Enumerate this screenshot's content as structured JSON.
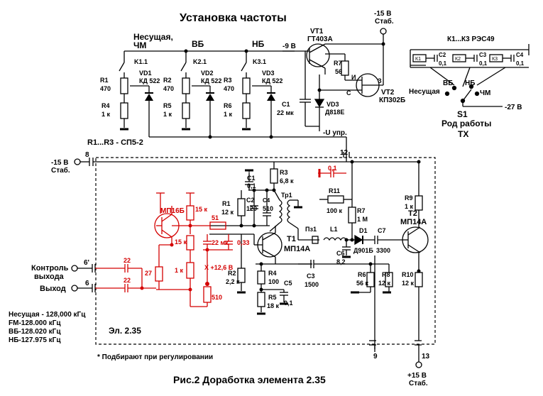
{
  "title": "Установка частоты",
  "caption": "Рис.2  Доработка элемента 2.35",
  "footnote": "*  Подбирают при регулировании",
  "element_label": "Эл. 2.35",
  "frequency_notes": [
    "Несущая - 128,000  кГц",
    "FM-128.000 кГц",
    "ВБ-128.020 кГц",
    "НБ-127.975 кГц"
  ],
  "top": {
    "ch_carrier": "Несущая,",
    "ch_carrier2": "ЧМ",
    "ch_vb": "ВБ",
    "ch_nb": "НБ",
    "k11": "K1.1",
    "k21": "K2.1",
    "k31": "K3.1",
    "r1": "R1",
    "r1v": "470",
    "r2": "R2",
    "r2v": "470",
    "r3": "R3",
    "r3v": "470",
    "r4": "R4",
    "r4v": "1 к",
    "r5": "R5",
    "r5v": "1 к",
    "r6": "R6",
    "r6v": "1 к",
    "vd1": "VD1",
    "vd1t": "КД 522",
    "vd2": "VD2",
    "vd2t": "КД 522",
    "vd3": "VD3",
    "vd3t": "КД 522",
    "rgroup": "R1...R3 - СП5-2",
    "m9v": "-9 В",
    "vt1": "VT1",
    "vt1t": "ГТ403А",
    "m15": "-15 В",
    "stab": "Стаб.",
    "r7": "R7",
    "r7v": "56",
    "vt2": "VT2",
    "vt2t": "КП302Б",
    "pin_i": "И",
    "pin_s": "С",
    "pin_z": "З",
    "c1": "С1",
    "c1v": "22 мк",
    "vd3b": "VD3",
    "vd3bt": "Д818Е",
    "u_upr": "-U упр.",
    "relays": "К1...К3  РЭС49",
    "k1": "К1",
    "k2": "К2",
    "k3": "К3",
    "c2": "С2",
    "c2v": "0,1",
    "c3": "С3",
    "c3v": "0,1",
    "c4": "С4",
    "c4v": "0,1",
    "s_vb": "ВБ",
    "s_nb": "НБ",
    "s_carrier": "Несущая",
    "s_fm": "ЧМ",
    "m27": "-27 В",
    "s1": "S1",
    "s1t": "Род работы",
    "tx": "ТХ"
  },
  "board": {
    "pin8": "8",
    "pin12": "12",
    "pin6p": "6'",
    "pin6": "6",
    "pin9": "9",
    "pin13": "13",
    "m15": "-15 В",
    "stab": "Стаб.",
    "p15": "+15 В",
    "stab2": "Стаб.",
    "out_ctrl": "Контроль",
    "out_ctrl2": "выхода",
    "out": "Выход",
    "c1": "С1",
    "c1v": "0,1",
    "r3": "R3",
    "r3v": "6,8 к",
    "r1": "R1",
    "r1v": "12 к",
    "c2": "С2",
    "c2v": "120",
    "c4": "С4",
    "c4v": "510",
    "tp1": "Тр1",
    "t1": "Т1",
    "t1t": "МП14А",
    "r2": "R2",
    "r2v": "2,2 к",
    "r4": "R4",
    "r4v": "100",
    "r5": "R5",
    "r5v": "18 к",
    "c5": "С5",
    "c5v": "0,1",
    "c3": "С3",
    "c3v": "1500",
    "r11": "R11",
    "r11v": "100 к",
    "c01": "0,1",
    "r7": "R7",
    "r7v": "1 М",
    "pz1": "Пз1",
    "l1": "L1",
    "c6": "С6",
    "c6v": "8,2",
    "d1": "D1",
    "d1t": "Д901Б",
    "c7": "C7",
    "c7v": "3300",
    "r9": "R9",
    "r9v": "1 к",
    "t2": "Т2",
    "t2t": "МП14А",
    "r6": "R6",
    "r6v": "56 к",
    "r8": "R8",
    "r8v": "12 к",
    "r10": "R10",
    "r10v": "12 к"
  },
  "addon": {
    "mp16b": "МП16Б",
    "r15a": "15 к",
    "r51": "51",
    "r15b": "15 к",
    "c22": "22 мк",
    "c033": "0,33",
    "r1k": "1 к",
    "r27": "27",
    "vplus": "X +12,6 В",
    "r510": "510",
    "c22a": "22",
    "c22b": "22"
  },
  "colors": {
    "ink": "#000000",
    "mod": "#d40000"
  }
}
